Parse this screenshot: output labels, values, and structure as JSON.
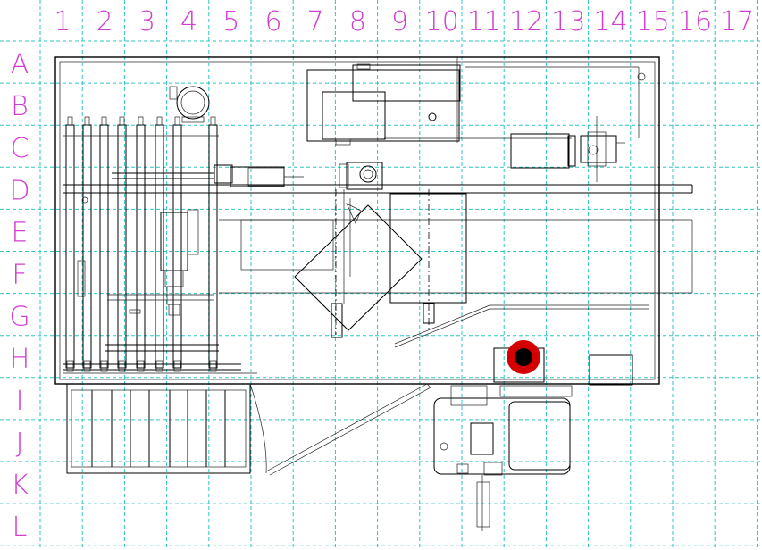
{
  "grid": {
    "columns": [
      "1",
      "2",
      "3",
      "4",
      "5",
      "6",
      "7",
      "8",
      "9",
      "10",
      "11",
      "12",
      "13",
      "14",
      "15",
      "16",
      "17"
    ],
    "rows": [
      "A",
      "B",
      "C",
      "D",
      "E",
      "F",
      "G",
      "H",
      "I",
      "J",
      "K",
      "L"
    ]
  },
  "colors": {
    "grid": "#2ec4c4",
    "labels": "#d13fd1",
    "lines": "#000000",
    "emergency_stop": "#d40000"
  }
}
